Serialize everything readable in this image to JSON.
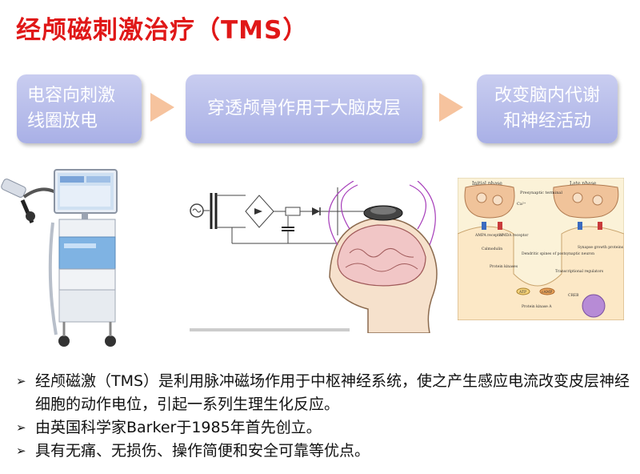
{
  "title": "经颅磁刺激治疗（TMS）",
  "flow": [
    {
      "line1": "电容向刺激",
      "line2": "线圈放电"
    },
    {
      "label": "穿透颅骨作用于大脑皮层"
    },
    {
      "line1": "改变脑内代谢",
      "line2": "和神经活动"
    }
  ],
  "diagram_labels": {
    "initial_phase": "Initial phase",
    "late_phase": "Late phase",
    "presynaptic_terminal": "Presynaptic terminal",
    "ca": "Ca²⁺",
    "ampa": "AMPA receptor",
    "nmda": "NMDA receptor",
    "calmodulin": "Calmodulin",
    "protein_kinases": "Protein kinases",
    "dendritic_spines": "Dendritic spines of postsynaptic neuron",
    "synapse_growth": "Synapse growth proteins",
    "transcriptional": "Transcriptional regulators",
    "atp": "ATP",
    "camp": "cAMP",
    "creb": "CREB",
    "pka": "Protein kinase A"
  },
  "bullets": [
    "经颅磁激（TMS）是利用脉冲磁场作用于中枢神经系统，使之产生感应电流改变皮层神经细胞的动作电位，引起一系列生理生化反应。",
    "由英国科学家Barker于1985年首先创立。",
    "具有无痛、无损伤、操作简便和安全可靠等优点。"
  ],
  "bullet_symbol": "➢",
  "colors": {
    "title": "#e01818",
    "flow_box": "#b3b9ea",
    "arrow": "#f6c39e"
  },
  "icons": [
    "tms-device-icon",
    "circuit-diagram-icon",
    "brain-coil-icon",
    "synapse-diagram-icon"
  ]
}
